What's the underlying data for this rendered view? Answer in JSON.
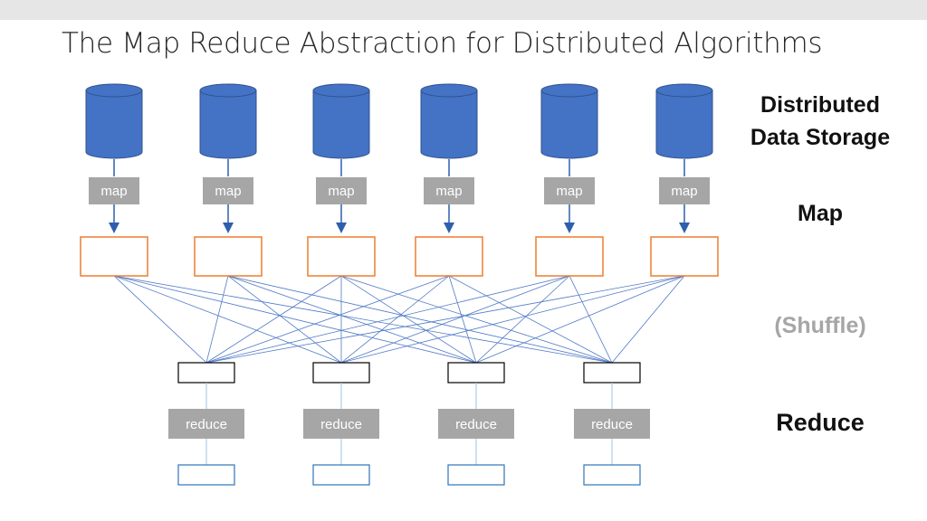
{
  "slide": {
    "title": "The Map Reduce Abstraction for Distributed Algorithms"
  },
  "stages": {
    "storage_line1": "Distributed",
    "storage_line2": "Data Storage",
    "map": "Map",
    "shuffle": "(Shuffle)",
    "reduce": "Reduce"
  },
  "diagram": {
    "storage_count": 6,
    "map_label": "map",
    "reduce_label": "reduce",
    "reducer_count": 4
  },
  "colors": {
    "cylinder": "#4472c4",
    "cylinder_edge": "#2f528f",
    "arrow": "#2e5fae",
    "op_box": "#a6a6a6",
    "map_output_border": "#ed7d31",
    "shuffle_line": "#4f79c7",
    "reducer_input_border": "#000000",
    "reducer_output_border": "#2e75b6",
    "topbar": "#e6e6e6"
  }
}
